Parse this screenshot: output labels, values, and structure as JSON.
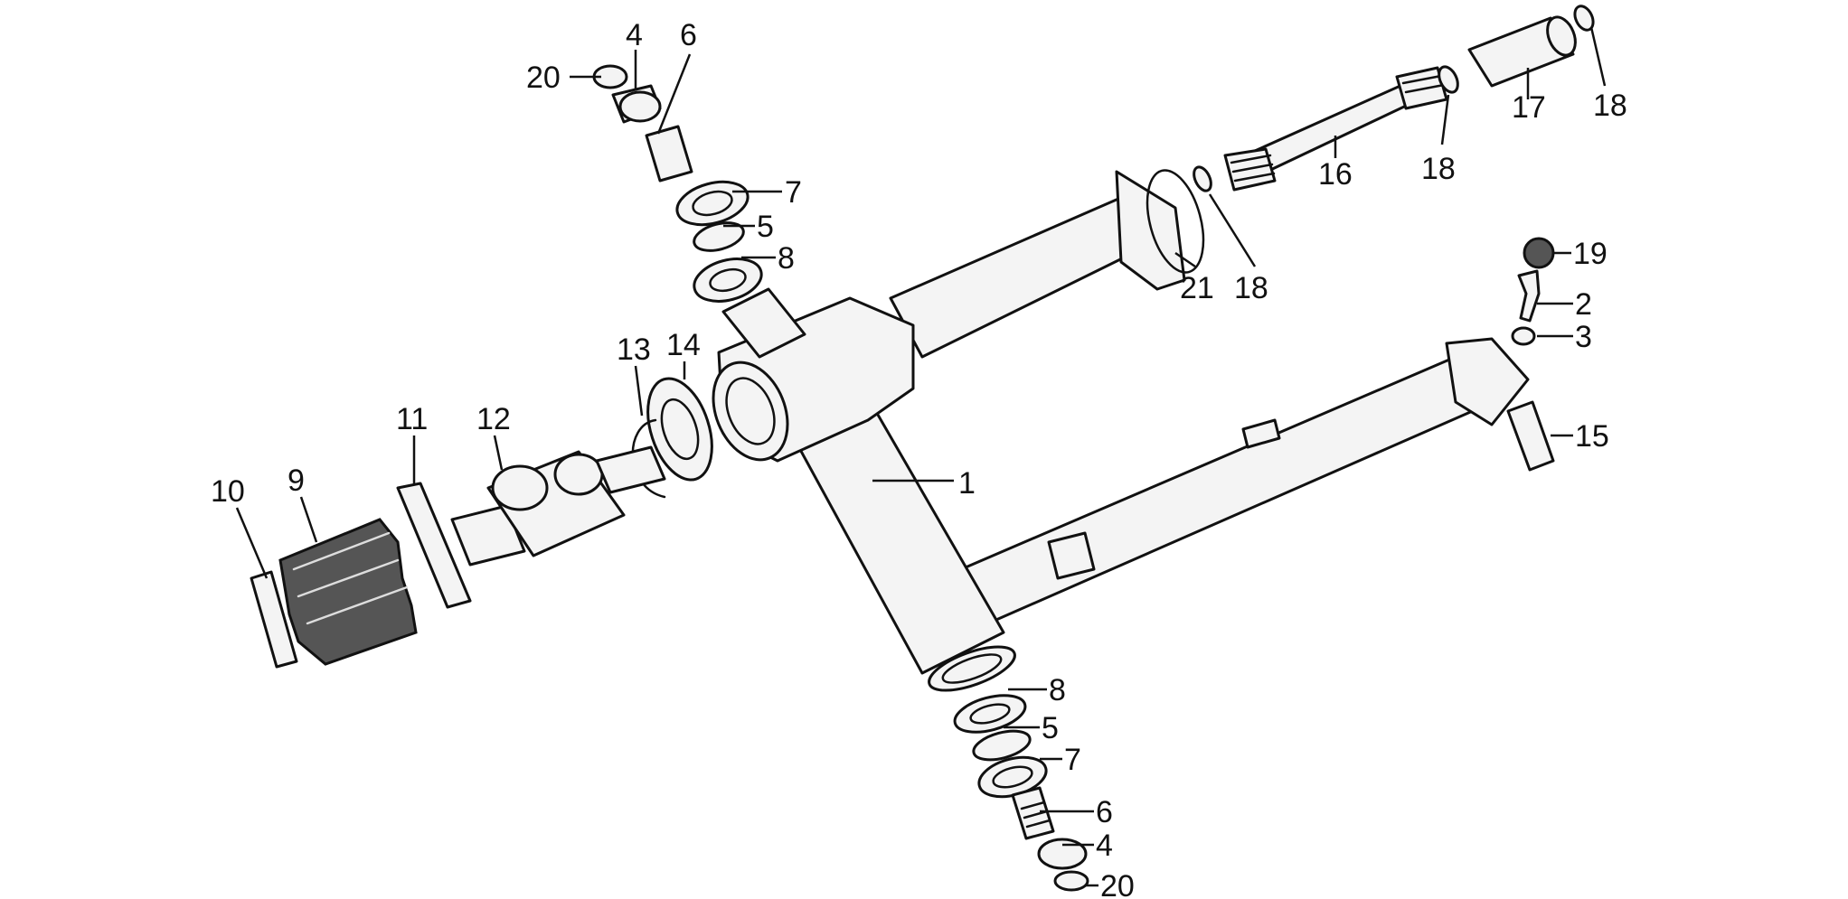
{
  "diagram": {
    "callouts": {
      "c1": "1",
      "c2": "2",
      "c3": "3",
      "c4a": "4",
      "c4b": "4",
      "c5a": "5",
      "c5b": "5",
      "c6a": "6",
      "c6b": "6",
      "c7a": "7",
      "c7b": "7",
      "c8a": "8",
      "c8b": "8",
      "c9": "9",
      "c10": "10",
      "c11": "11",
      "c12": "12",
      "c13": "13",
      "c14": "14",
      "c15": "15",
      "c16": "16",
      "c17": "17",
      "c18a": "18",
      "c18b": "18",
      "c18c": "18",
      "c19": "19",
      "c20a": "20",
      "c20b": "20",
      "c21": "21"
    }
  }
}
